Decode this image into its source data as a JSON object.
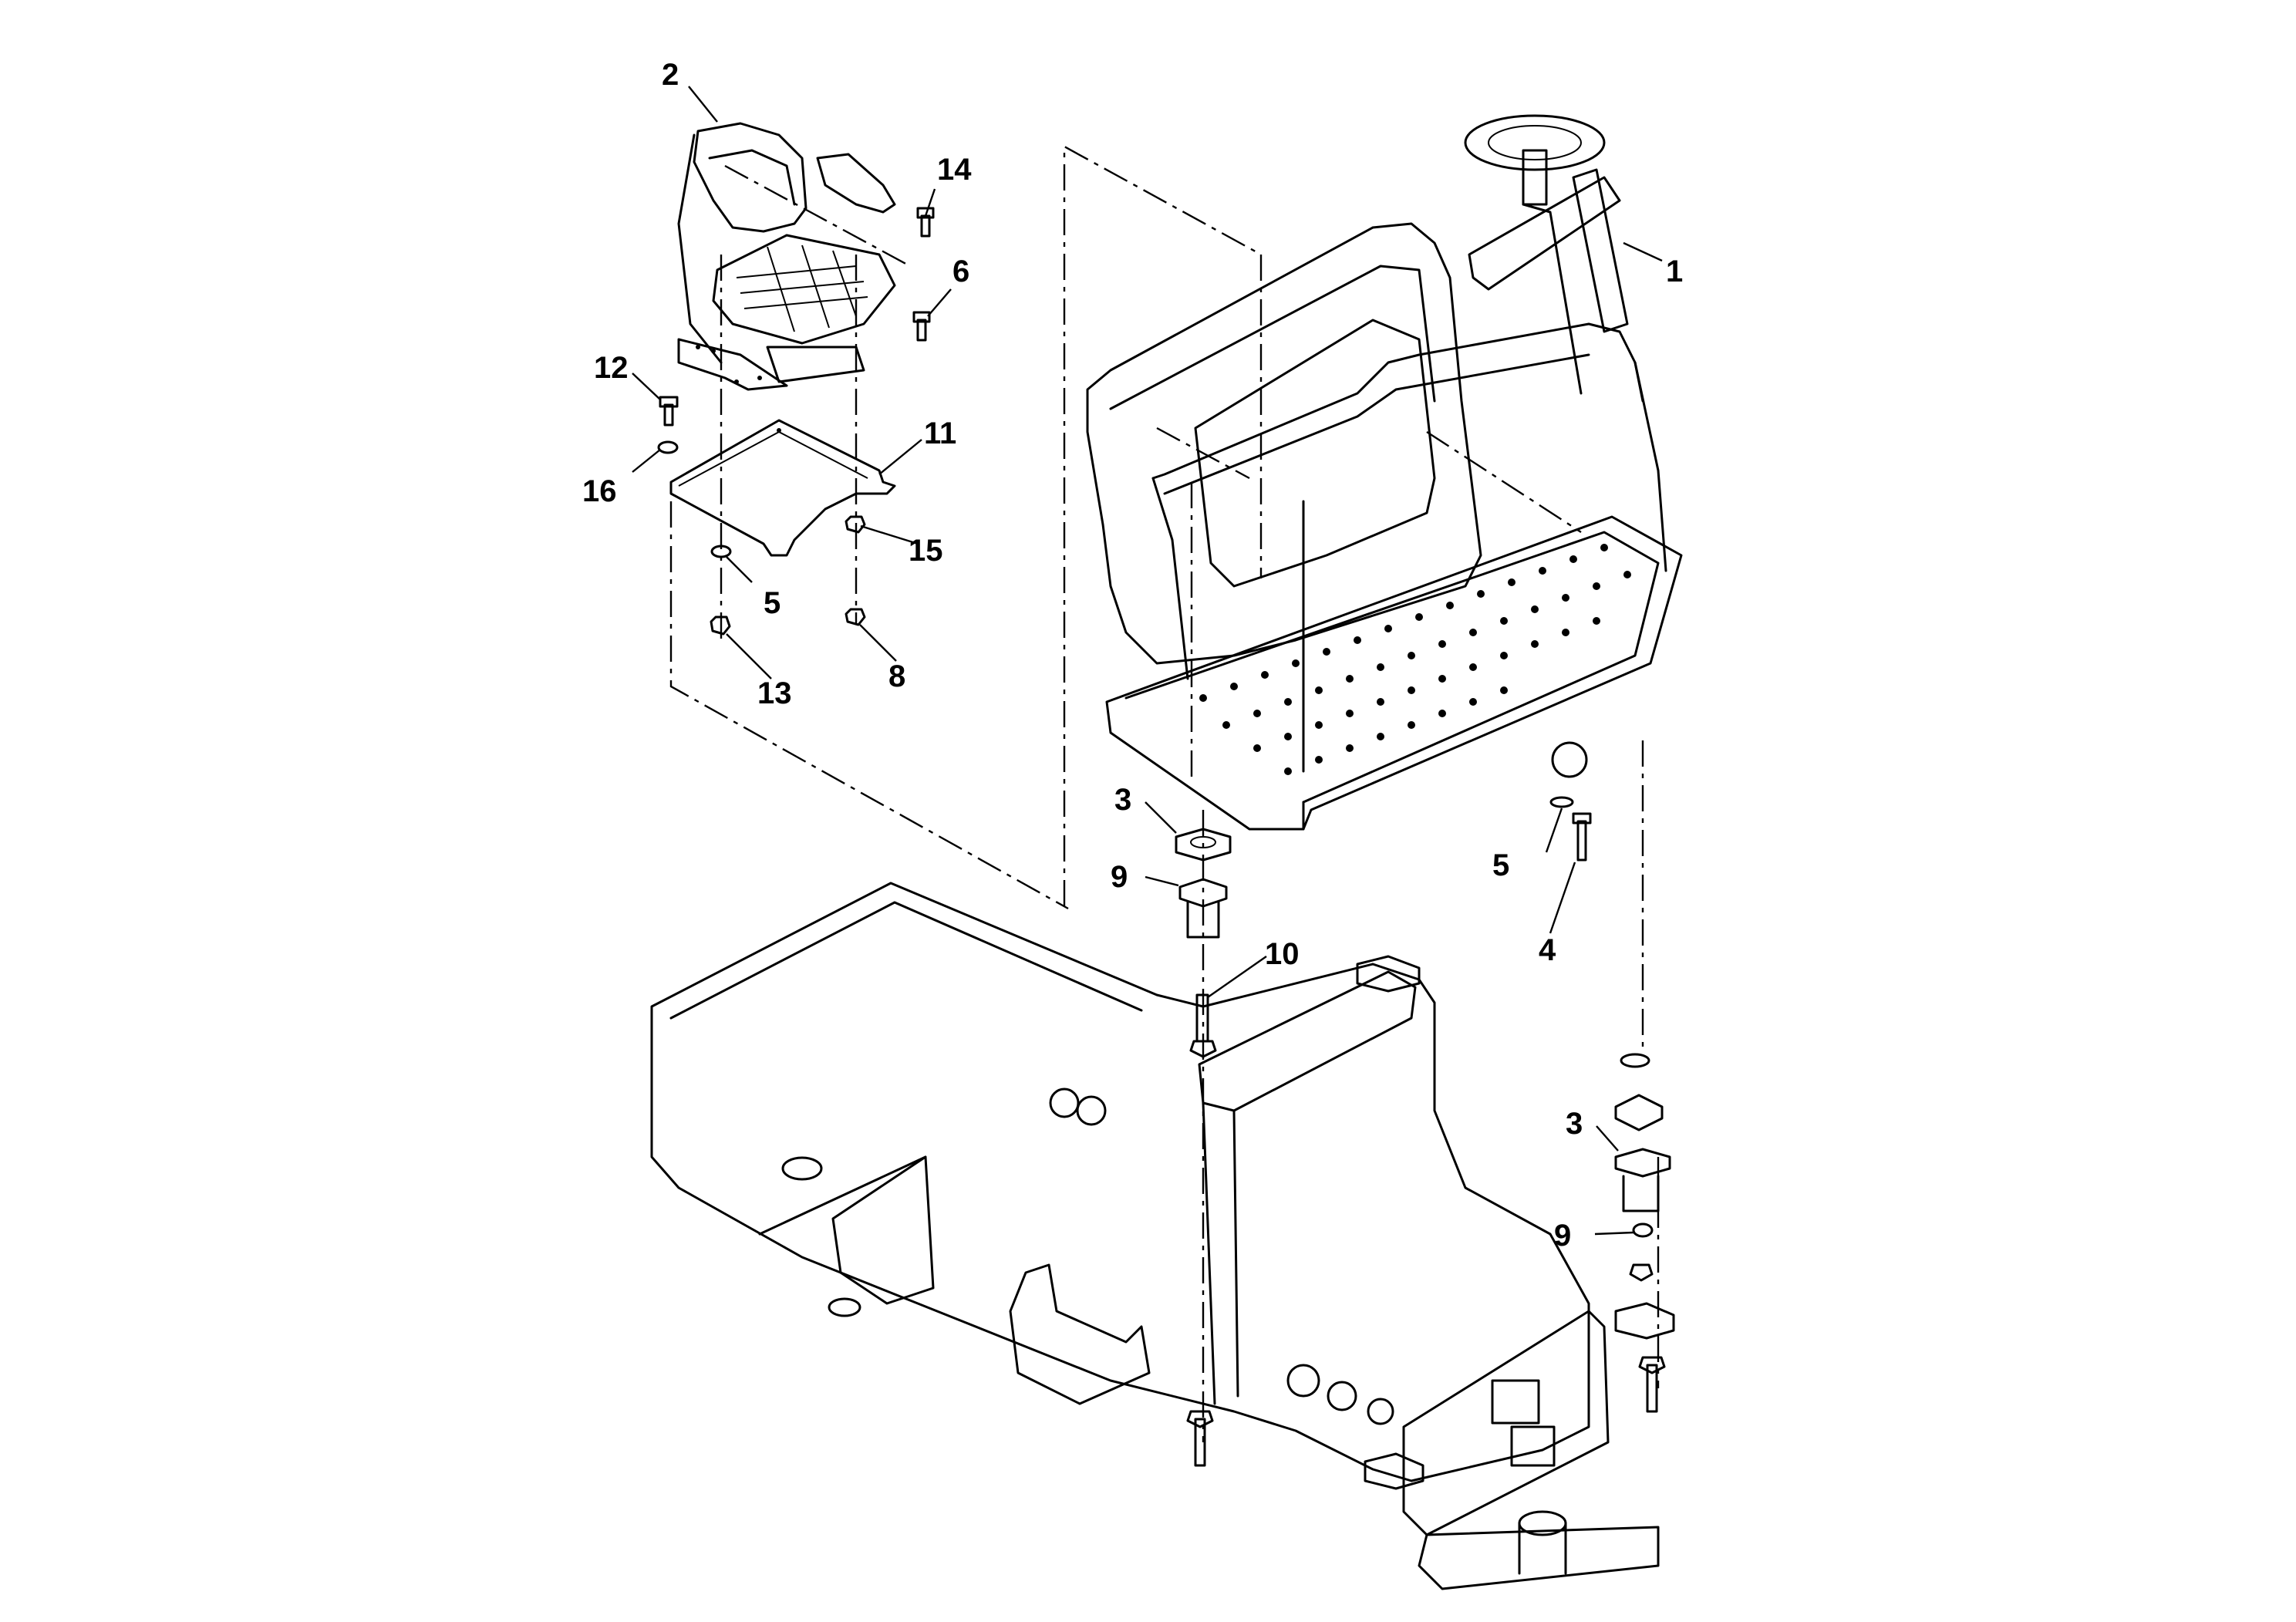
{
  "callouts": [
    {
      "id": "c1",
      "label": "1"
    },
    {
      "id": "c2",
      "label": "2"
    },
    {
      "id": "c3a",
      "label": "3"
    },
    {
      "id": "c3b",
      "label": "3"
    },
    {
      "id": "c4",
      "label": "4"
    },
    {
      "id": "c5a",
      "label": "5"
    },
    {
      "id": "c5b",
      "label": "5"
    },
    {
      "id": "c6",
      "label": "6"
    },
    {
      "id": "c8",
      "label": "8"
    },
    {
      "id": "c9a",
      "label": "9"
    },
    {
      "id": "c9b",
      "label": "9"
    },
    {
      "id": "c10",
      "label": "10"
    },
    {
      "id": "c11",
      "label": "11"
    },
    {
      "id": "c12",
      "label": "12"
    },
    {
      "id": "c13",
      "label": "13"
    },
    {
      "id": "c14",
      "label": "14"
    },
    {
      "id": "c15",
      "label": "15"
    },
    {
      "id": "c16",
      "label": "16"
    }
  ]
}
